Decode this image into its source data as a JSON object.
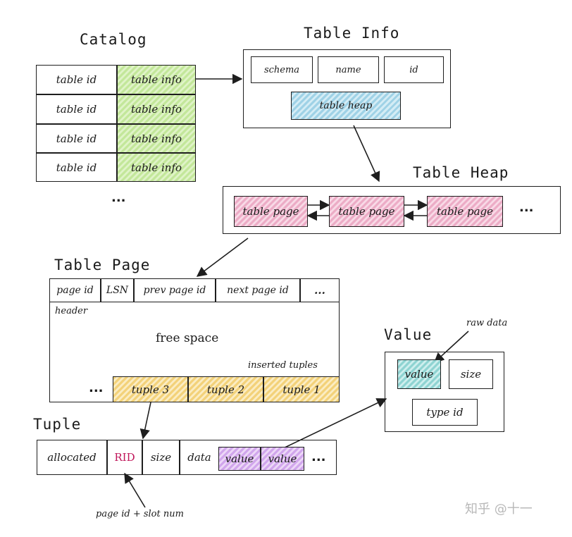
{
  "catalog": {
    "title": "Catalog",
    "rows": [
      {
        "id": "table id",
        "info": "table info"
      },
      {
        "id": "table id",
        "info": "table info"
      },
      {
        "id": "table id",
        "info": "table info"
      },
      {
        "id": "table id",
        "info": "table info"
      }
    ],
    "more": "..."
  },
  "table_info": {
    "title": "Table Info",
    "fields": [
      "schema",
      "name",
      "id"
    ],
    "heap": "table heap"
  },
  "table_heap": {
    "title": "Table Heap",
    "pages": [
      "table page",
      "table page",
      "table page"
    ],
    "more": "..."
  },
  "table_page": {
    "title": "Table Page",
    "header_fields": [
      "page id",
      "LSN",
      "prev page id",
      "next page id",
      "..."
    ],
    "header_label": "header",
    "free_space": "free space",
    "inserted_label": "inserted tuples",
    "more": "...",
    "tuples": [
      "tuple 3",
      "tuple 2",
      "tuple 1"
    ]
  },
  "tuple": {
    "title": "Tuple",
    "fields": [
      "allocated",
      "RID",
      "size",
      "data",
      "value",
      "value",
      "..."
    ],
    "rid_note": "page id + slot num"
  },
  "value": {
    "title": "Value",
    "raw_label": "raw data",
    "value": "value",
    "size": "size",
    "type_id": "type id"
  },
  "watermark": "知乎 @十一",
  "colors": {
    "green": "#c3e79a",
    "blue": "#9fd2e6",
    "pink": "#ecacc6",
    "yellow": "#f3d27a",
    "purple": "#d1a6ec",
    "teal": "#8fd4d2",
    "rid_red": "#c0165a"
  }
}
